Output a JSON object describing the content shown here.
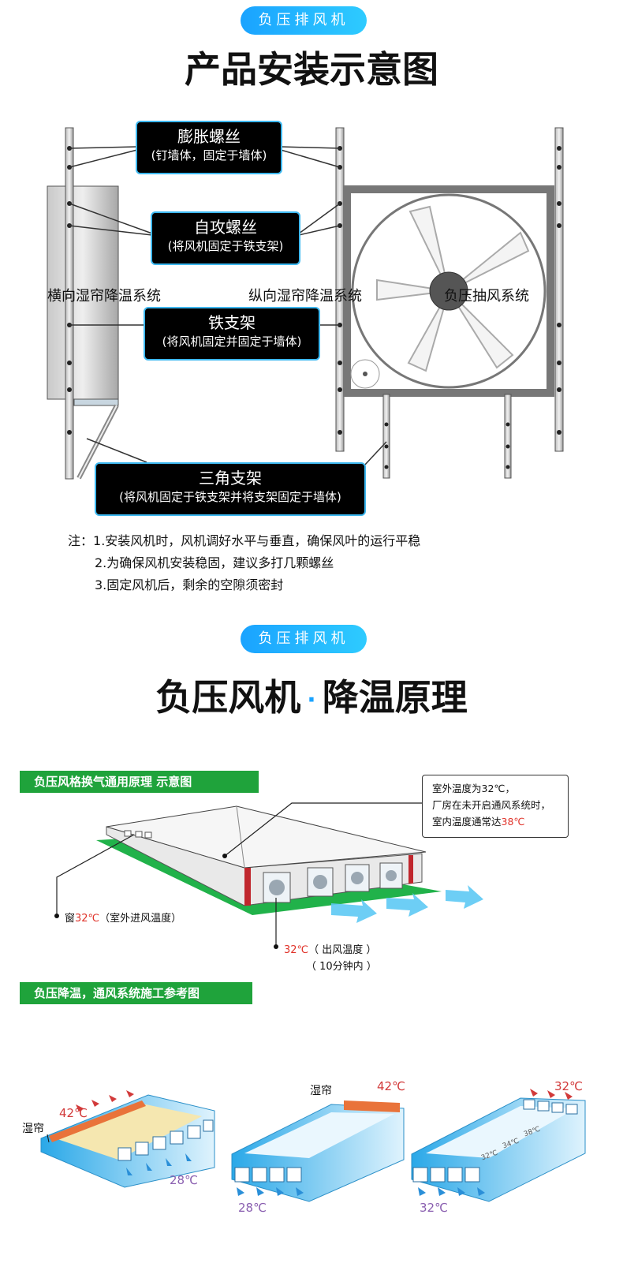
{
  "section1": {
    "pill": "负压排风机",
    "title": "产品安装示意图",
    "callouts": {
      "expansion": {
        "title": "膨胀螺丝",
        "note": "(钉墙体，固定于墙体)"
      },
      "tapping": {
        "title": "自攻螺丝",
        "note": "(将风机固定于铁支架)"
      },
      "iron": {
        "title": "铁支架",
        "note": "(将风机固定并固定于墙体)"
      },
      "triangle": {
        "title": "三角支架",
        "note": "(将风机固定于铁支架并将支架固定于墙体)"
      }
    },
    "systems": {
      "horizontal": "横向湿帘降温系统",
      "vertical": "纵向湿帘降温系统",
      "exhaust": "负压抽风系统"
    },
    "notes": {
      "prefix": "注：",
      "line1": "1.安装风机时，风机调好水平与垂直，确保风叶的运行平稳",
      "line2": "2.为确保风机安装稳固，建议多打几颗螺丝",
      "line3": "3.固定风机后，剩余的空隙须密封"
    }
  },
  "section2": {
    "pill": "负压排风机",
    "title_left": "负压风机",
    "title_dot": "·",
    "title_right": "降温原理",
    "bar1": "负压风格换气通用原理 示意图",
    "info": {
      "line1": "室外温度为32℃，",
      "line2": "厂房在未开启通风系统时，",
      "line3_a": "室内温度通常达",
      "line3_b": "38℃"
    },
    "window_label_a": "窗",
    "window_label_b": "32℃",
    "window_label_c": "（室外进风温度）",
    "outlet_label_a": "32℃",
    "outlet_label_b": "（ 出风温度 ）",
    "outlet_label_c": "（ 10分钟内 ）",
    "bar2": "负压降温，通风系统施工参考图",
    "ref1": {
      "curtain": "湿帘",
      "in_temp": "42℃",
      "out_temp": "28℃"
    },
    "ref2": {
      "curtain": "湿帘",
      "in_temp": "42℃",
      "out_temp": "28℃"
    },
    "ref3": {
      "in_temp": "32℃",
      "out_temp": "32℃",
      "t1": "32℃",
      "t2": "34℃",
      "t3": "38℃"
    }
  },
  "colors": {
    "accent": "#1aa3ff",
    "green": "#1fa33b",
    "red": "#e0332a",
    "callout_border": "#3db8f0"
  }
}
